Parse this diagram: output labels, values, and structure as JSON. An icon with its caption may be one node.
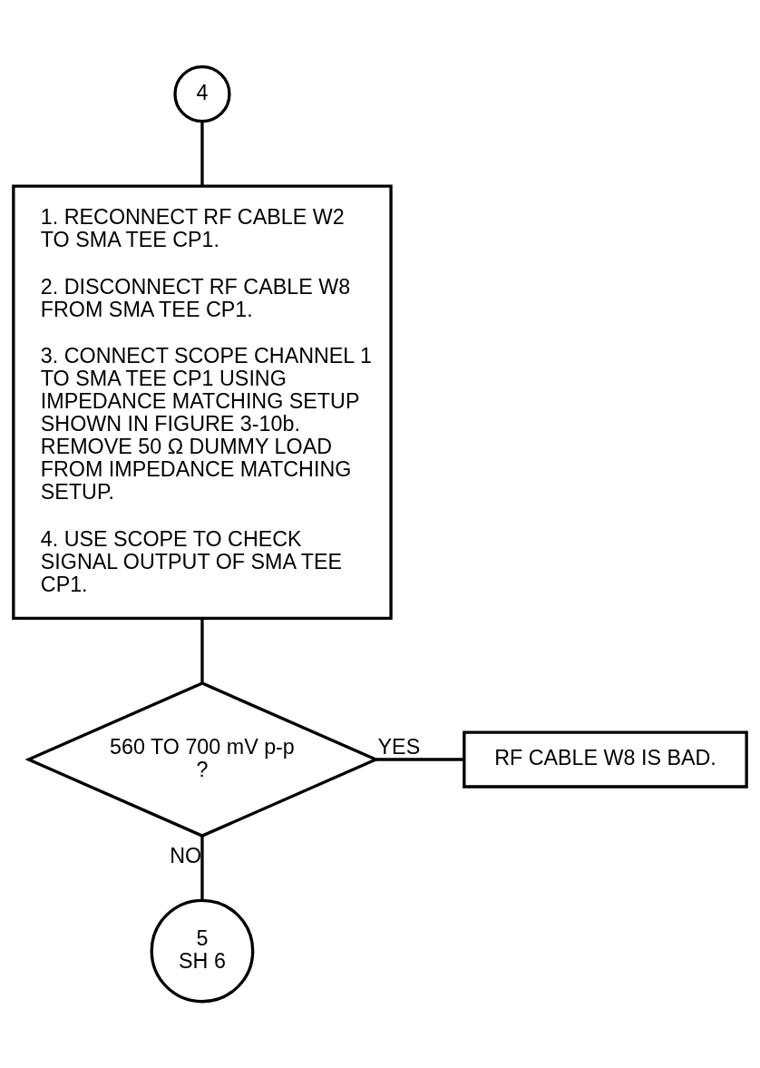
{
  "diagram": {
    "nodes": [
      {
        "text": [
          "4"
        ]
      },
      {
        "text": [
          "1. RECONNECT RF CABLE W2 TO SMA TEE CP1.",
          "2. DISCONNECT RF CABLE W8 FROM SMA TEE CP1.",
          "3. CONNECT SCOPE CHANNEL 1 TO SMA TEE CP1 USING IMPEDANCE MATCHING SETUP SHOWN IN FIGURE 3-10b. REMOVE 50 Ω DUMMY LOAD FROM IMPEDANCE MATCHING SETUP.",
          "4. USE SCOPE TO CHECK SIGNAL OUTPUT OF SMA TEE CP1."
        ]
      },
      {
        "text": [
          "560 TO 700 mV p-p",
          "?"
        ]
      },
      {
        "text": [
          "RF CABLE W8 IS BAD."
        ]
      },
      {
        "text": [
          "5",
          "SH 6"
        ]
      }
    ],
    "edges": [
      {
        "from": 0,
        "to": 1,
        "arrow": "none"
      },
      {
        "from": 1,
        "to": 2,
        "arrow": "none"
      },
      {
        "from": 2,
        "to": 3,
        "arrow": "none",
        "label": "YES"
      },
      {
        "from": 2,
        "to": 4,
        "arrow": "none",
        "label": "NO"
      }
    ]
  }
}
